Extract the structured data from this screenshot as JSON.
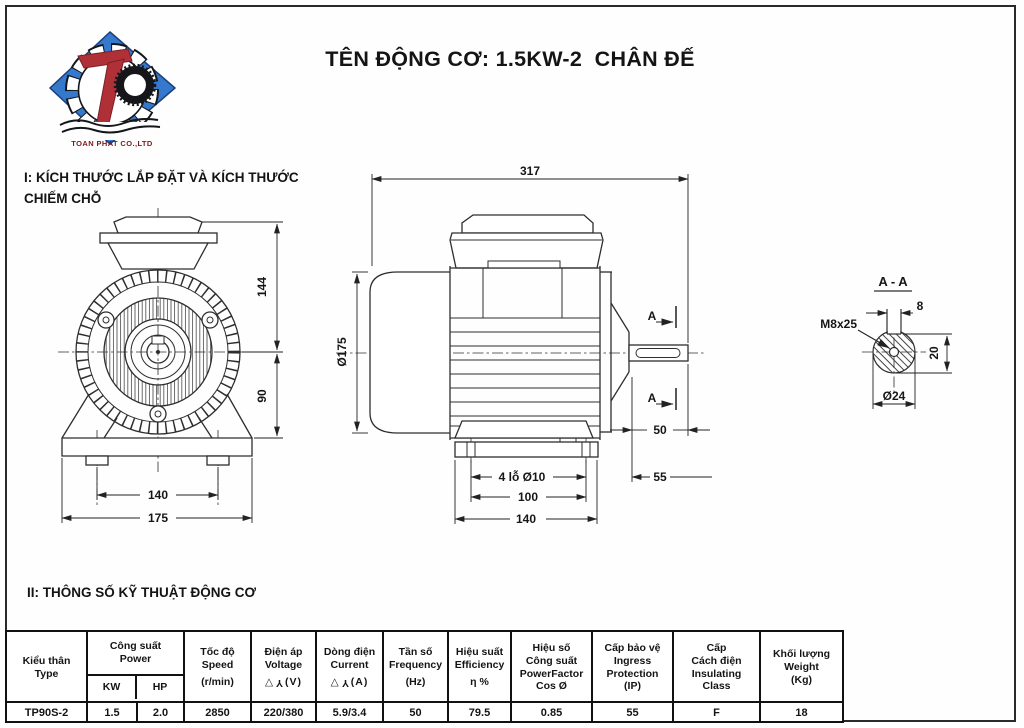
{
  "page": {
    "title": "TÊN ĐỘNG CƠ: 1.5KW-2  CHÂN ĐẾ",
    "section1_line1": "I: KÍCH THƯỚC LẮP ĐẶT VÀ KÍCH THƯỚC",
    "section1_line2": "CHIẾM CHỖ",
    "section2": "II: THÔNG SỐ KỸ THUẬT ĐỘNG CƠ"
  },
  "logo": {
    "company": "TOAN PHAT CO.,LTD",
    "colors": {
      "diamond": "#3579cc",
      "mark": "#b03038",
      "ink": "#15161a",
      "text": "#7a1b1b"
    }
  },
  "drawing": {
    "front": {
      "dim_top": "144",
      "dim_bottom": "90",
      "dim_holes": "140",
      "dim_base": "175"
    },
    "side": {
      "dim_length": "317",
      "dim_dia": "Ø175",
      "dim_shaft": "50",
      "dim_c": "55",
      "dim_holes_label": "4 lỗ Ø10",
      "dim_span": "100",
      "dim_foot": "140",
      "section_a": "A"
    },
    "section": {
      "title": "A - A",
      "dim_key_w": "8",
      "dim_tap": "M8x25",
      "dim_key_h": "20",
      "dim_dia": "Ø24"
    }
  },
  "table": {
    "col_type": {
      "lines": [
        "Kiểu thân",
        "Type"
      ]
    },
    "col_power": {
      "label": [
        "Công suất",
        "Power"
      ],
      "kw": "KW",
      "hp": "HP"
    },
    "col_speed": {
      "lines": [
        "Tốc độ",
        "Speed"
      ],
      "unit": "(r/min)"
    },
    "col_voltage": {
      "lines": [
        "Điện áp",
        "Voltage"
      ],
      "delta": "△",
      "wye": "Y",
      "unit": "(V)"
    },
    "col_current": {
      "lines": [
        "Dòng điện",
        "Current"
      ],
      "delta": "△",
      "wye": "Y",
      "unit": "(A)"
    },
    "col_freq": {
      "lines": [
        "Tần số",
        "Frequency"
      ],
      "unit": "(Hz)"
    },
    "col_eff": {
      "lines": [
        "Hiệu suất",
        "Efficiency"
      ],
      "unit": "η %"
    },
    "col_pf": {
      "lines": [
        "Hiệu số",
        "Công suất",
        "PowerFactor",
        "Cos Ø"
      ]
    },
    "col_ip": {
      "lines": [
        "Cấp bảo vệ",
        "Ingress",
        "Protection",
        "(IP)"
      ]
    },
    "col_ins": {
      "lines": [
        "Cấp",
        "Cách điện",
        "Insulating",
        "Class"
      ]
    },
    "col_weight": {
      "lines": [
        "Khối lượng",
        "Weight",
        "(Kg)"
      ]
    },
    "row": [
      "TP90S-2",
      "1.5",
      "2.0",
      "2850",
      "220/380",
      "5.9/3.4",
      "50",
      "79.5",
      "0.85",
      "55",
      "F",
      "18"
    ]
  }
}
